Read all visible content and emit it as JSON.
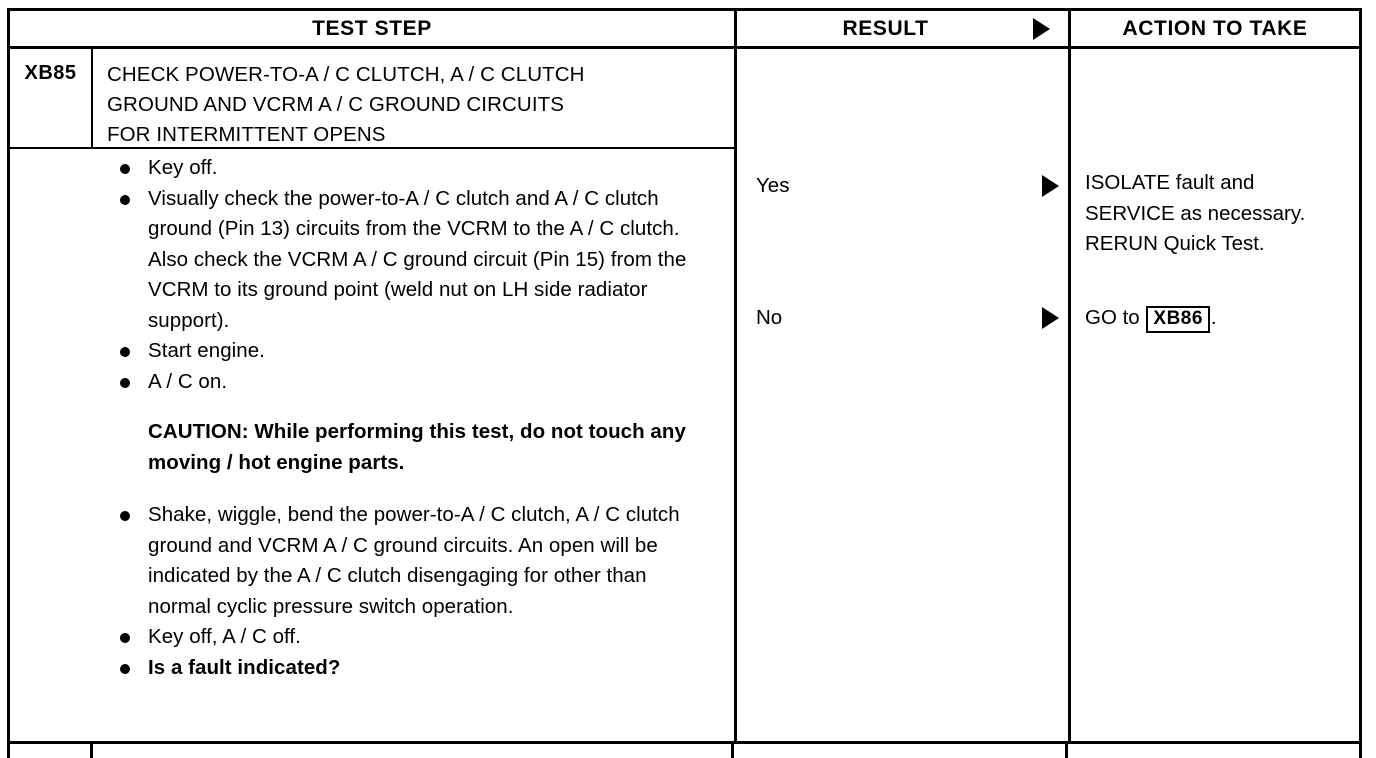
{
  "document": {
    "kind": "diagnostic-pinpoint-test-table"
  },
  "table": {
    "headers": {
      "test_step": "TEST STEP",
      "result": "RESULT",
      "action_to_take": "ACTION TO TAKE",
      "result_arrow_icon": "right-triangle-arrow-icon"
    },
    "step": {
      "id": "XB85",
      "title": "CHECK POWER-TO-A / C CLUTCH, A / C CLUTCH GROUND AND VCRM A / C GROUND CIRCUITS FOR INTERMITTENT OPENS",
      "title_lines": [
        "CHECK POWER-TO-A / C CLUTCH, A / C CLUTCH",
        "GROUND AND VCRM A / C GROUND CIRCUITS",
        "FOR INTERMITTENT OPENS"
      ],
      "bullets_before_caution": [
        "Key off.",
        "Visually check the power-to-A / C clutch and A / C clutch ground (Pin 13) circuits from the VCRM to the A / C clutch. Also check the VCRM A / C ground circuit (Pin 15) from the VCRM to its ground point (weld nut on LH side radiator support).",
        "Start engine.",
        "A / C on."
      ],
      "caution": "CAUTION: While performing this test, do not touch any moving / hot engine parts.",
      "bullets_after_caution": [
        "Shake, wiggle, bend the power-to-A / C clutch, A / C clutch ground and VCRM A / C ground circuits. An open will be indicated by the A / C clutch disengaging for other than normal cyclic pressure switch operation.",
        "Key off, A / C off."
      ],
      "question": "Is a fault indicated?"
    },
    "results": [
      {
        "label": "Yes",
        "arrow_icon": "right-triangle-arrow-icon"
      },
      {
        "label": "No",
        "arrow_icon": "right-triangle-arrow-icon"
      }
    ],
    "actions": [
      {
        "text": "ISOLATE fault and SERVICE as necessary. RERUN Quick Test.",
        "ref": null,
        "prefix": null,
        "suffix": null
      },
      {
        "text": null,
        "prefix": "GO to ",
        "ref": "XB86",
        "suffix": "."
      }
    ]
  },
  "colors": {
    "ink": "#000000",
    "paper": "#ffffff"
  }
}
